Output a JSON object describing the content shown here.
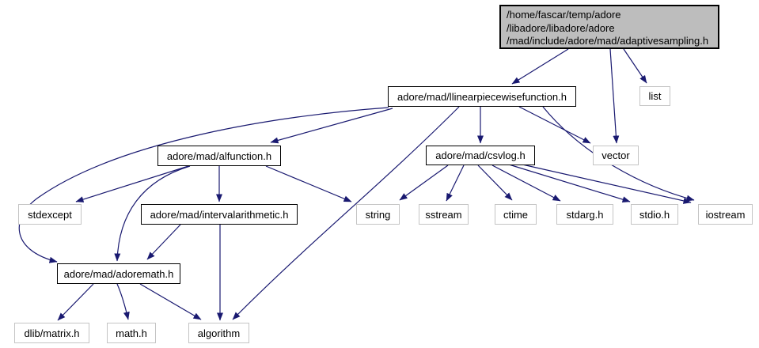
{
  "diagram": {
    "kind": "include-dependency-graph",
    "colors": {
      "edge": "#191970",
      "root_fill": "#bdbdbd",
      "node_fill": "#ffffff",
      "project_border": "#000000",
      "system_border": "#c4c4c4",
      "text": "#000000"
    },
    "nodes": [
      {
        "id": "adaptivesampling",
        "kind": "root",
        "lines": [
          "/home/fascar/temp/adore",
          "/libadore/libadore/adore",
          "/mad/include/adore/mad/adaptivesampling.h"
        ]
      },
      {
        "id": "llinearpiecewisefunction",
        "kind": "project",
        "label": "adore/mad/llinearpiecewisefunction.h"
      },
      {
        "id": "list",
        "kind": "system",
        "label": "list"
      },
      {
        "id": "alfunction",
        "kind": "project",
        "label": "adore/mad/alfunction.h"
      },
      {
        "id": "csvlog",
        "kind": "project",
        "label": "adore/mad/csvlog.h"
      },
      {
        "id": "vector",
        "kind": "system",
        "label": "vector"
      },
      {
        "id": "stdexcept",
        "kind": "system",
        "label": "stdexcept"
      },
      {
        "id": "intervalarithmetic",
        "kind": "project",
        "label": "adore/mad/intervalarithmetic.h"
      },
      {
        "id": "string",
        "kind": "system",
        "label": "string"
      },
      {
        "id": "sstream",
        "kind": "system",
        "label": "sstream"
      },
      {
        "id": "ctime",
        "kind": "system",
        "label": "ctime"
      },
      {
        "id": "stdarg",
        "kind": "system",
        "label": "stdarg.h"
      },
      {
        "id": "stdio",
        "kind": "system",
        "label": "stdio.h"
      },
      {
        "id": "iostream",
        "kind": "system",
        "label": "iostream"
      },
      {
        "id": "adoremath",
        "kind": "project",
        "label": "adore/mad/adoremath.h"
      },
      {
        "id": "dlibmatrix",
        "kind": "system",
        "label": "dlib/matrix.h"
      },
      {
        "id": "math",
        "kind": "system",
        "label": "math.h"
      },
      {
        "id": "algorithm",
        "kind": "system",
        "label": "algorithm"
      }
    ],
    "edges": [
      {
        "from": "adaptivesampling",
        "to": "llinearpiecewisefunction"
      },
      {
        "from": "adaptivesampling",
        "to": "vector"
      },
      {
        "from": "adaptivesampling",
        "to": "list"
      },
      {
        "from": "llinearpiecewisefunction",
        "to": "alfunction"
      },
      {
        "from": "llinearpiecewisefunction",
        "to": "adoremath"
      },
      {
        "from": "llinearpiecewisefunction",
        "to": "csvlog"
      },
      {
        "from": "llinearpiecewisefunction",
        "to": "vector"
      },
      {
        "from": "llinearpiecewisefunction",
        "to": "algorithm"
      },
      {
        "from": "llinearpiecewisefunction",
        "to": "iostream"
      },
      {
        "from": "alfunction",
        "to": "stdexcept"
      },
      {
        "from": "alfunction",
        "to": "intervalarithmetic"
      },
      {
        "from": "alfunction",
        "to": "string"
      },
      {
        "from": "alfunction",
        "to": "adoremath"
      },
      {
        "from": "csvlog",
        "to": "string"
      },
      {
        "from": "csvlog",
        "to": "sstream"
      },
      {
        "from": "csvlog",
        "to": "ctime"
      },
      {
        "from": "csvlog",
        "to": "stdarg"
      },
      {
        "from": "csvlog",
        "to": "stdio"
      },
      {
        "from": "csvlog",
        "to": "iostream"
      },
      {
        "from": "intervalarithmetic",
        "to": "adoremath"
      },
      {
        "from": "intervalarithmetic",
        "to": "algorithm"
      },
      {
        "from": "adoremath",
        "to": "dlibmatrix"
      },
      {
        "from": "adoremath",
        "to": "math"
      },
      {
        "from": "adoremath",
        "to": "algorithm"
      }
    ]
  }
}
